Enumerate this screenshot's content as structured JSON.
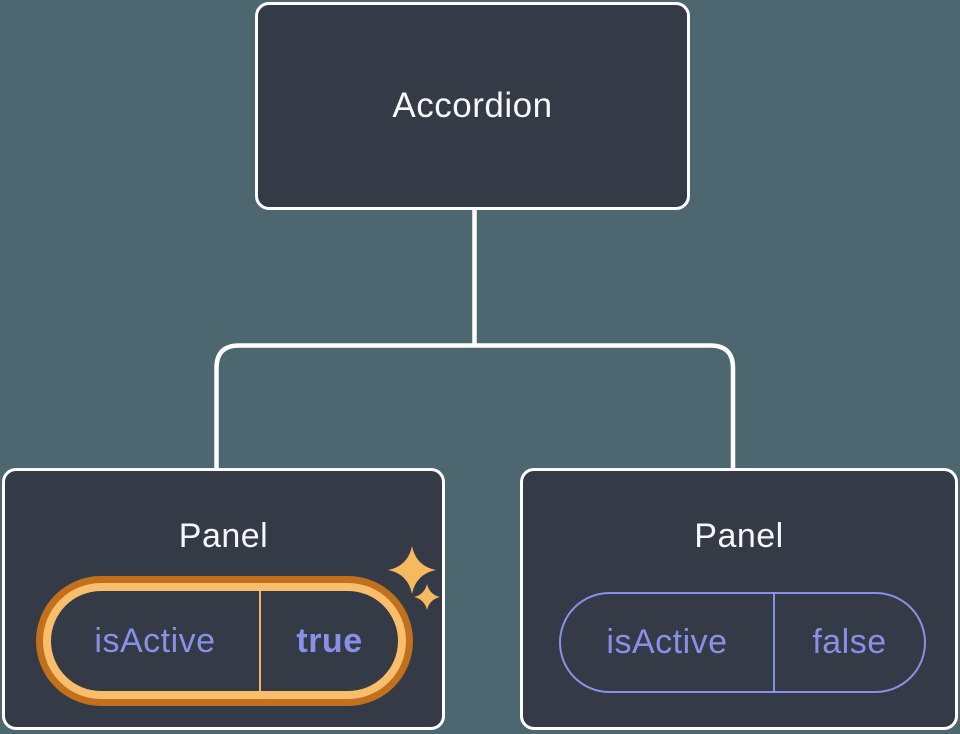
{
  "diagram": {
    "root": {
      "label": "Accordion"
    },
    "children": [
      {
        "title": "Panel",
        "prop_name": "isActive",
        "prop_value": "true",
        "state": "active",
        "highlighted": true
      },
      {
        "title": "Panel",
        "prop_name": "isActive",
        "prop_value": "false",
        "state": "inactive",
        "highlighted": false
      }
    ]
  },
  "icons": {
    "sparkles": "sparkles-icon"
  },
  "colors": {
    "background": "#4C6770",
    "node_bg": "#343A46",
    "node_border": "#FFFFFF",
    "node_text": "#F6F7F9",
    "connector": "#FFFFFF",
    "prop_text": "#8890E8",
    "pill_border_inactive": "#8890E8",
    "highlight_ring_outer": "#C2701C",
    "highlight_ring_inner": "#F9BE6B",
    "highlight_divider": "#F0B264",
    "sparkle": "#F7B95F"
  }
}
